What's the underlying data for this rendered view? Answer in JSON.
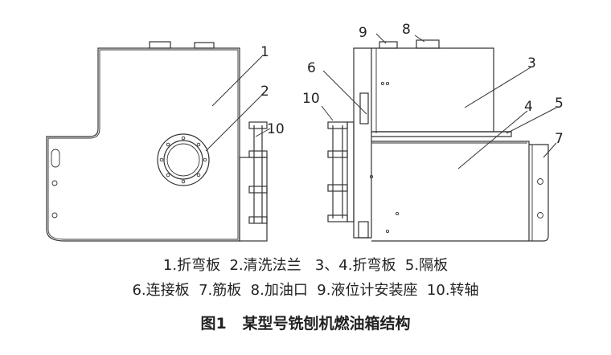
{
  "callouts": {
    "left": {
      "c1": "1",
      "c2": "2",
      "c10": "10"
    },
    "right": {
      "c9": "9",
      "c8": "8",
      "c6": "6",
      "c3": "3",
      "c10": "10",
      "c4": "4",
      "c5": "5",
      "c7": "7"
    }
  },
  "legend": {
    "line1": "1.折弯板  2.清洗法兰   3、4.折弯板  5.隔板",
    "line2": "6.连接板  7.筋板  8.加油口  9.液位计安装座  10.转轴"
  },
  "caption": "图1   某型号铣刨机燃油箱结构"
}
